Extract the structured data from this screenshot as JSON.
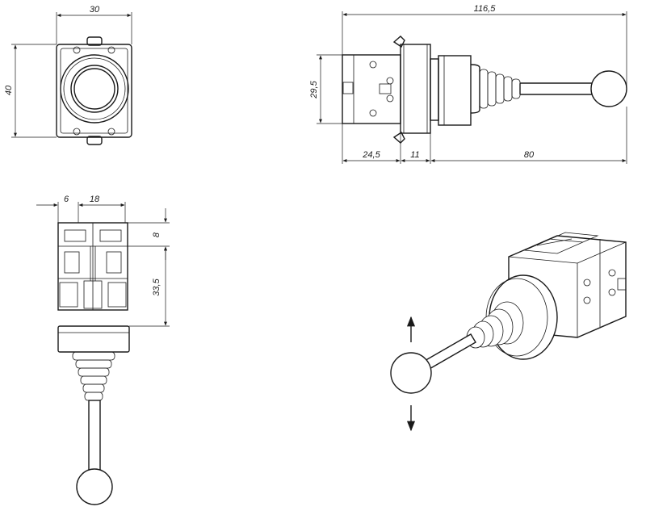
{
  "drawing": {
    "front_view": {
      "width_label": "30",
      "height_label": "40"
    },
    "side_view": {
      "overall_label": "116,5",
      "body_height_label": "29,5",
      "rear_label": "24,5",
      "collar_label": "11",
      "lever_label": "80"
    },
    "top_view": {
      "left_label": "6",
      "pitch_label": "18",
      "top_label": "8",
      "depth_label": "33,5"
    }
  },
  "colors": {
    "line": "#1a1a1a",
    "background": "#ffffff"
  }
}
